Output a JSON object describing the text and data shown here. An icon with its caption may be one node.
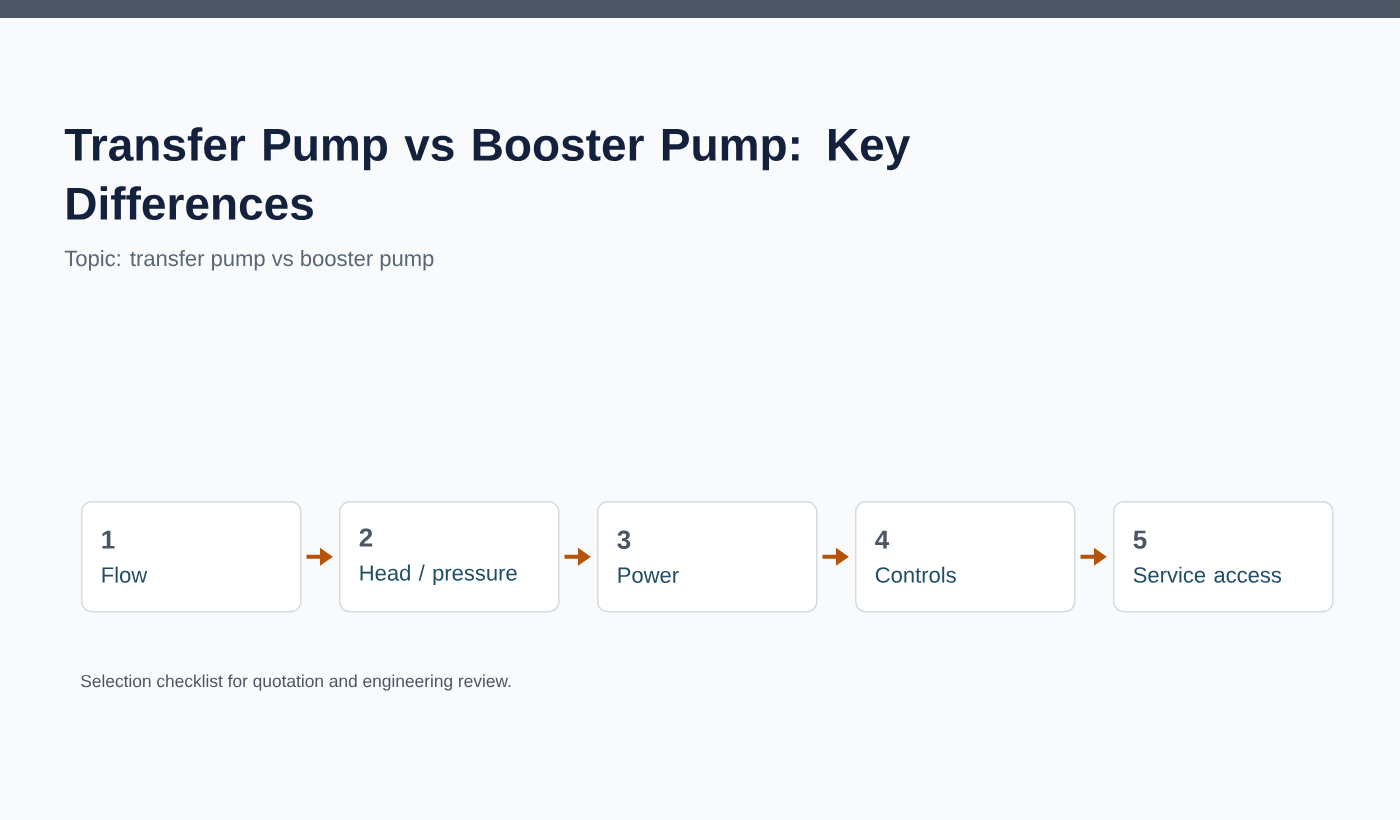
{
  "diagram": {
    "title": "Transfer Pump vs Booster Pump: Key Differences",
    "caption": "Selection checklist for quotation and engineering review.",
    "nodes": [
      {
        "text": [
          "1",
          "Flow"
        ]
      },
      {
        "text": [
          "2",
          "Head / pressure"
        ]
      },
      {
        "text": [
          "3",
          "Power"
        ]
      },
      {
        "text": [
          "4",
          "Controls"
        ]
      },
      {
        "text": [
          "5",
          "Service access"
        ]
      }
    ],
    "edges": [
      {
        "from": 0,
        "to": 1,
        "arrow": "to"
      },
      {
        "from": 1,
        "to": 2,
        "arrow": "to"
      },
      {
        "from": 2,
        "to": 3,
        "arrow": "to"
      },
      {
        "from": 3,
        "to": 4,
        "arrow": "to"
      }
    ],
    "labels": [
      "Topic: transfer pump vs booster pump"
    ]
  }
}
